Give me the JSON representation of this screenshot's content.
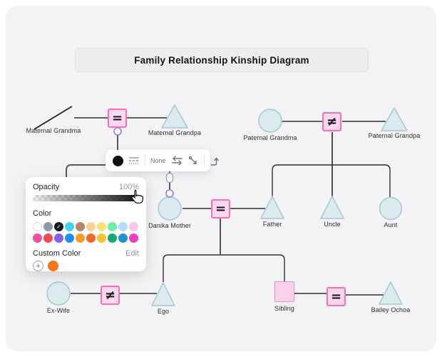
{
  "title": "Family Relationship Kinship Diagram",
  "toolbar": {
    "fill_swatch": "#111111",
    "stroke_label": "None"
  },
  "panel": {
    "opacity_label": "Opacity",
    "opacity_value": "100%",
    "color_label": "Color",
    "custom_color_label": "Custom Color",
    "edit_label": "Edit",
    "plus_glyph": "+",
    "check_glyph": "✓",
    "custom_swatch": "#f97316",
    "swatches_row1": [
      {
        "hex": "#ffffff",
        "border": true
      },
      {
        "hex": "#8e99ab"
      },
      {
        "hex": "#111827",
        "selected": true
      },
      {
        "hex": "#45d2f5"
      },
      {
        "hex": "#b5886b"
      },
      {
        "hex": "#ffd096"
      },
      {
        "hex": "#f7e378"
      },
      {
        "hex": "#6cefa8"
      },
      {
        "hex": "#b5dbf8"
      },
      {
        "hex": "#f9c6ec"
      }
    ],
    "swatches_row2": [
      {
        "hex": "#f0509e"
      },
      {
        "hex": "#f04b51"
      },
      {
        "hex": "#8c5cf0"
      },
      {
        "hex": "#1e8ef5"
      },
      {
        "hex": "#f79b2e"
      },
      {
        "hex": "#f4692a"
      },
      {
        "hex": "#f5c32b"
      },
      {
        "hex": "#16a873"
      },
      {
        "hex": "#2492cf"
      },
      {
        "hex": "#eb3fc0"
      }
    ]
  },
  "nodes": {
    "maternal_grandma": {
      "label": "Maternal Grandma",
      "shape": "deceased-slash"
    },
    "maternal_grandpa": {
      "label": "Maternal Grandpa",
      "shape": "triangle"
    },
    "paternal_grandma": {
      "label": "Paternal Grandma",
      "shape": "circle"
    },
    "paternal_grandpa": {
      "label": "Paternal Grandpa",
      "shape": "triangle"
    },
    "danika_mother": {
      "label": "Danika Mother",
      "shape": "circle"
    },
    "father": {
      "label": "Father",
      "shape": "triangle"
    },
    "uncle": {
      "label": "Uncle",
      "shape": "triangle"
    },
    "aunt": {
      "label": "Aunt",
      "shape": "circle"
    },
    "ex_wife": {
      "label": "Ex-Wife",
      "shape": "circle"
    },
    "ego": {
      "label": "Ego",
      "shape": "triangle"
    },
    "sibling": {
      "label": "Sibling",
      "shape": "square"
    },
    "bailey": {
      "label": "Bailey Ochoa",
      "shape": "triangle"
    }
  },
  "relations": {
    "maternal_union": {
      "symbol": "="
    },
    "paternal_union": {
      "symbol": "≠"
    },
    "parents_union": {
      "symbol": "="
    },
    "ex_union": {
      "symbol": "≠"
    },
    "sibling_union": {
      "symbol": "="
    }
  },
  "colors": {
    "canvas_bg": "#f3f3f5",
    "relation_pink_fill": "#fbd7ee",
    "relation_pink_border": "#ef72b4",
    "node_fill": "#dbeaed",
    "node_stroke": "#a3c9d1",
    "anchor_purple": "#8d7ff0"
  }
}
